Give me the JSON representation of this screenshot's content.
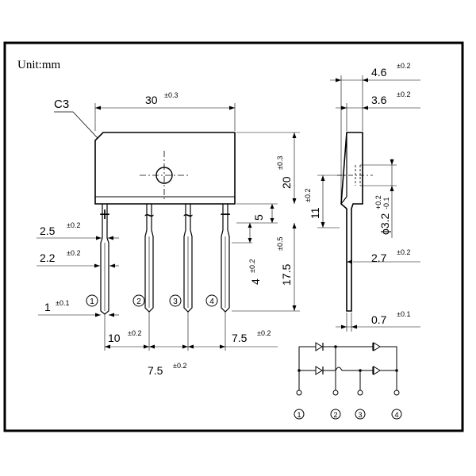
{
  "unit_label": "Unit:mm",
  "chamfer_label": "C3",
  "front_view": {
    "width": {
      "value": "30",
      "tol": "±0.3"
    },
    "height": {
      "value": "20",
      "tol": "±0.3"
    },
    "band": {
      "value": "5"
    },
    "lead_len": {
      "value": "17.5",
      "tol": "±0.5"
    },
    "shoulder": {
      "value": "4",
      "tol": "±0.2"
    },
    "lead_wide": {
      "value": "2.5",
      "tol": "±0.2"
    },
    "lead_narrow": {
      "value": "2.2",
      "tol": "±0.2"
    },
    "lead_thk": {
      "value": "1",
      "tol": "±0.1"
    },
    "pitch_12": {
      "value": "10",
      "tol": "±0.2"
    },
    "pitch_23": {
      "value": "7.5",
      "tol": "±0.2"
    },
    "pitch_34": {
      "value": "7.5",
      "tol": "±0.2"
    },
    "terminal_symbols": [
      "+",
      "~",
      "~",
      "−"
    ],
    "pin_numbers": [
      "1",
      "2",
      "3",
      "4"
    ]
  },
  "side_view": {
    "top": {
      "value": "4.6",
      "tol": "±0.2"
    },
    "body": {
      "value": "3.6",
      "tol": "±0.2"
    },
    "hole": {
      "value": "ϕ3.2",
      "tol_plus": "+0.2",
      "tol_minus": "-0.1"
    },
    "lower": {
      "value": "11",
      "tol": "±0.2"
    },
    "lead_off": {
      "value": "2.7",
      "tol": "±0.2"
    },
    "lead_thk": {
      "value": "0.7",
      "tol": "±0.1"
    }
  },
  "schematic": {
    "pin_numbers": [
      "1",
      "2",
      "3",
      "4"
    ]
  }
}
